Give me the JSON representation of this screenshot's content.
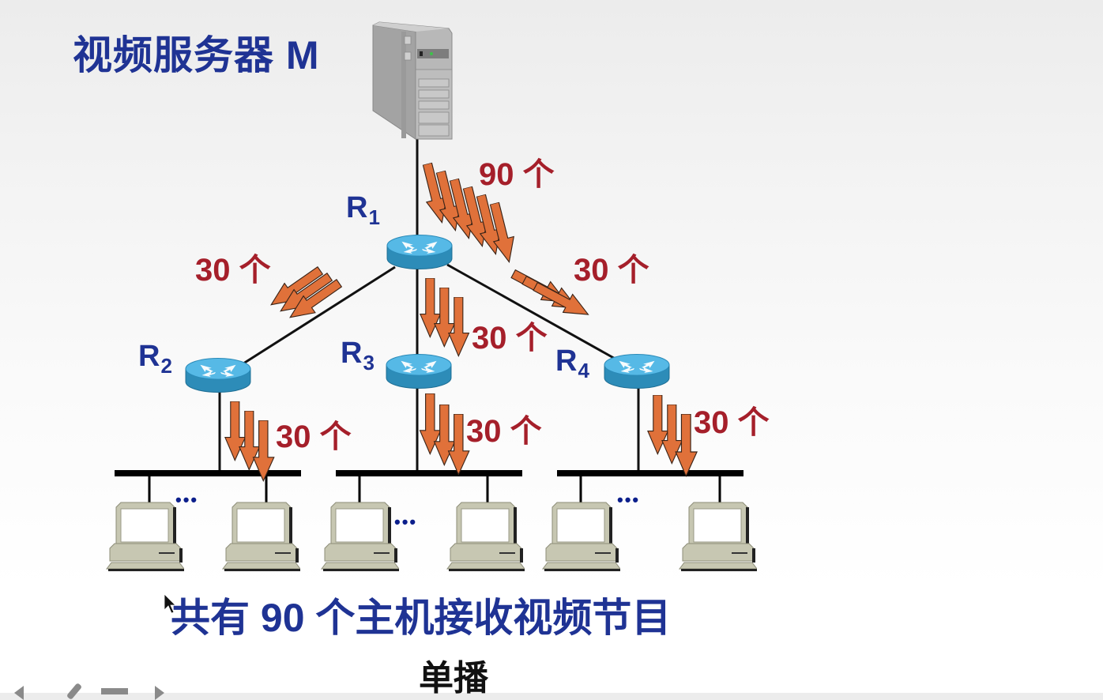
{
  "title": "视频服务器 M",
  "server": {
    "icon": "server-tower-icon"
  },
  "routers": [
    {
      "id": "R1",
      "label_main": "R",
      "label_sub": "1"
    },
    {
      "id": "R2",
      "label_main": "R",
      "label_sub": "2"
    },
    {
      "id": "R3",
      "label_main": "R",
      "label_sub": "3"
    },
    {
      "id": "R4",
      "label_main": "R",
      "label_sub": "4"
    }
  ],
  "flows": {
    "server_to_r1": "90 个",
    "r1_to_r2": "30 个",
    "r1_to_r3": "30 个",
    "r1_to_r4": "30 个",
    "r2_to_lan": "30 个",
    "r3_to_lan": "30 个",
    "r4_to_lan": "30 个"
  },
  "lans": [
    {
      "name": "LAN-R2",
      "ellipsis": "•••"
    },
    {
      "name": "LAN-R3",
      "ellipsis": "•••"
    },
    {
      "name": "LAN-R4",
      "ellipsis": "•••"
    }
  ],
  "summary": "共有 90 个主机接收视频节目",
  "caption": "单播",
  "colors": {
    "title_blue": "#1f3394",
    "count_red": "#a51f2a",
    "arrow_orange": "#e0713a",
    "router_blue": "#3aa6d6",
    "computer_beige": "#c6c6b0"
  },
  "toolbar": {
    "icons": [
      "prev-icon",
      "pen-icon",
      "menu-icon",
      "next-icon"
    ]
  }
}
